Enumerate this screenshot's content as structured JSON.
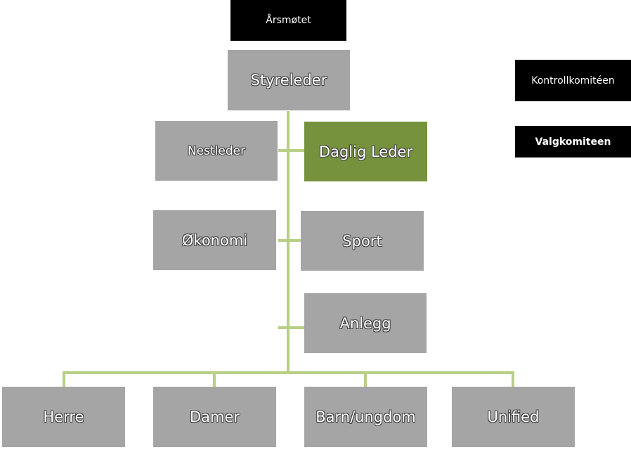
{
  "top": {
    "label": "Årsmøtet"
  },
  "chair": {
    "label": "Styreleder"
  },
  "row1": {
    "left": "Nestleder",
    "right": "Daglig Leder"
  },
  "row2": {
    "left": "Økonomi",
    "right": "Sport"
  },
  "row3": {
    "right": "Anlegg"
  },
  "bottom": [
    "Herre",
    "Damer",
    "Barn/ungdom",
    "Unified"
  ],
  "side": {
    "control": "Kontrollkomitéen",
    "election": "Valgkomiteen"
  },
  "colors": {
    "grey": "#a5a5a5",
    "green": "#76923c",
    "black": "#000000",
    "connector": "#b8cf86"
  }
}
